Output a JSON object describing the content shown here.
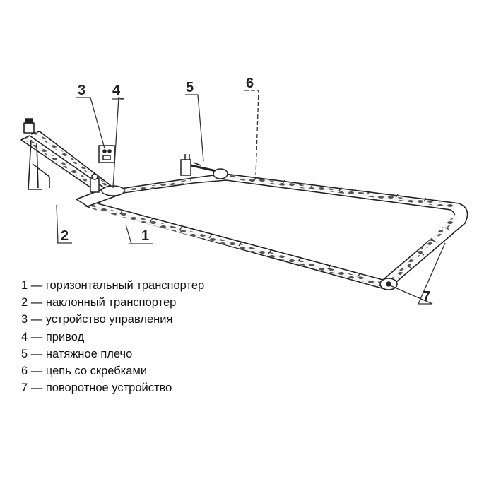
{
  "callouts": [
    {
      "id": "1",
      "label": "1"
    },
    {
      "id": "2",
      "label": "2"
    },
    {
      "id": "3",
      "label": "3"
    },
    {
      "id": "4",
      "label": "4"
    },
    {
      "id": "5",
      "label": "5"
    },
    {
      "id": "6",
      "label": "6"
    },
    {
      "id": "7",
      "label": "7"
    }
  ],
  "legend": [
    {
      "num": "1",
      "text": "1 — горизонтальный транспортер"
    },
    {
      "num": "2",
      "text": "2 — наклонный транспортер"
    },
    {
      "num": "3",
      "text": "3 — устройство управления"
    },
    {
      "num": "4",
      "text": "4 — привод"
    },
    {
      "num": "5",
      "text": "5 — натяжное плечо"
    },
    {
      "num": "6",
      "text": "6 — цепь со скребками"
    },
    {
      "num": "7",
      "text": "7 — поворотное устройство"
    }
  ]
}
